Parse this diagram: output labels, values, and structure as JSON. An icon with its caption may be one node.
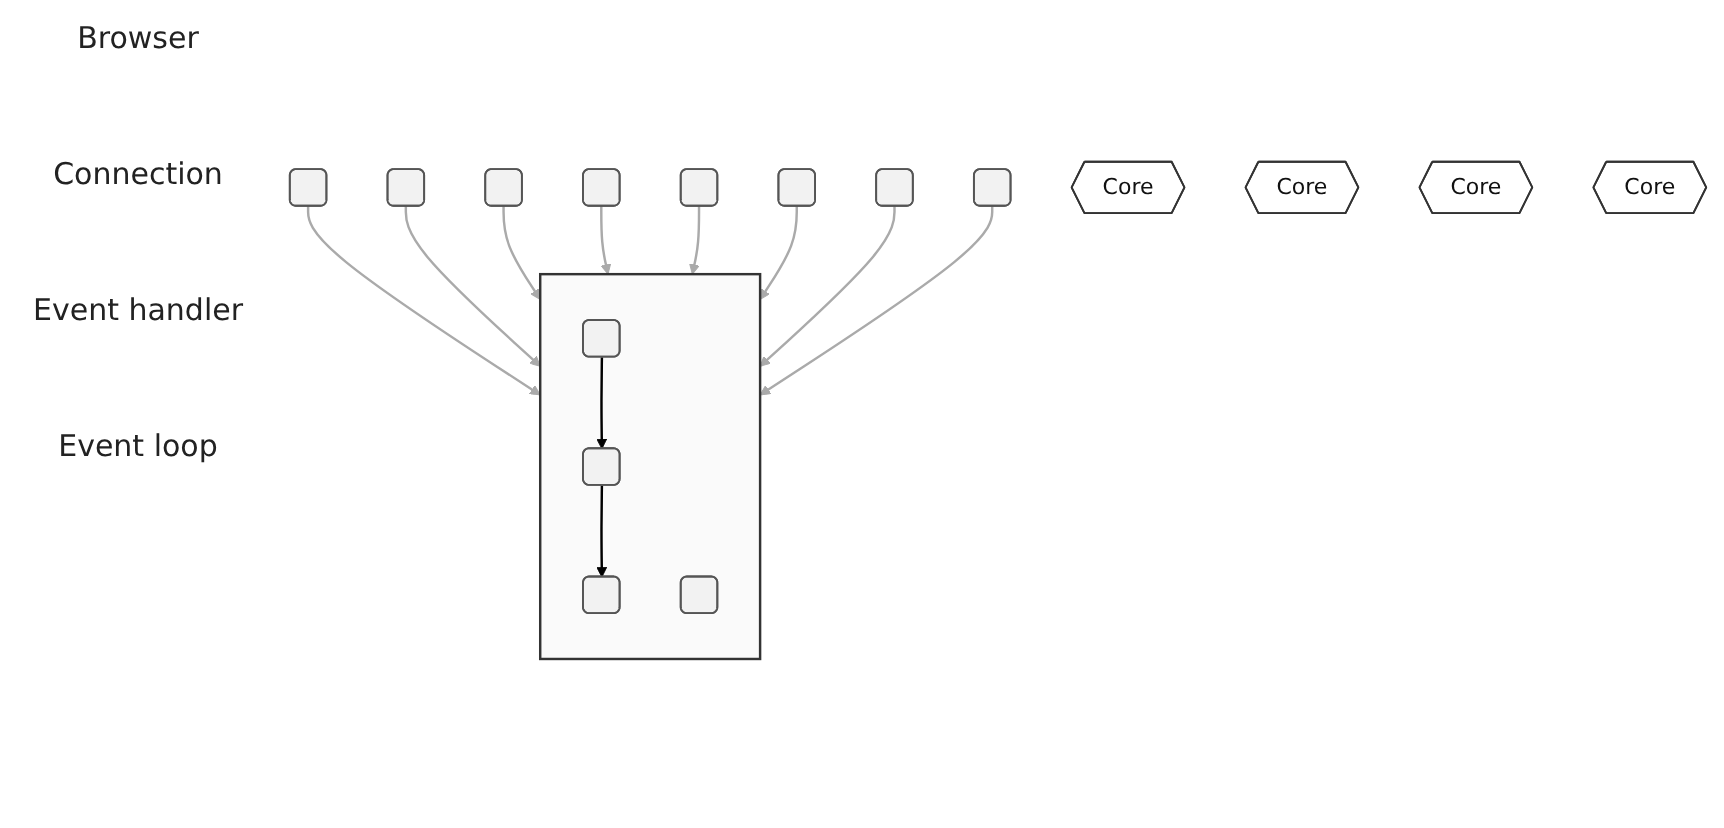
{
  "diagram": {
    "nodes": [
      {
        "text": [],
        "shape": "box"
      },
      {
        "text": [],
        "shape": "box"
      },
      {
        "text": [],
        "shape": "box"
      },
      {
        "text": [],
        "shape": "box"
      },
      {
        "text": [],
        "shape": "box"
      },
      {
        "text": [],
        "shape": "box"
      },
      {
        "text": [],
        "shape": "box"
      },
      {
        "text": [],
        "shape": "box"
      },
      {
        "text": [],
        "shape": "box"
      },
      {
        "text": [],
        "shape": "box",
        "in": 8
      },
      {
        "text": [],
        "shape": "box",
        "in": 8
      },
      {
        "text": [],
        "shape": "box",
        "in": 8
      },
      {
        "text": [],
        "shape": "box",
        "in": 8
      },
      {
        "text": [
          "Core"
        ]
      },
      {
        "text": [
          "Core"
        ]
      },
      {
        "text": [
          "Core"
        ]
      },
      {
        "text": [
          "Core"
        ]
      }
    ],
    "edges": [
      {
        "from": 0,
        "to": 8,
        "arrow": "to"
      },
      {
        "from": 1,
        "to": 8,
        "arrow": "to"
      },
      {
        "from": 2,
        "to": 8,
        "arrow": "to"
      },
      {
        "from": 3,
        "to": 8,
        "arrow": "to"
      },
      {
        "from": 4,
        "to": 8,
        "arrow": "to"
      },
      {
        "from": 5,
        "to": 8,
        "arrow": "to"
      },
      {
        "from": 6,
        "to": 8,
        "arrow": "to"
      },
      {
        "from": 7,
        "to": 8,
        "arrow": "to"
      },
      {
        "from": 9,
        "to": 10,
        "arrow": "to",
        "color": "#000000"
      },
      {
        "from": 10,
        "to": 11,
        "arrow": "to",
        "color": "#000000"
      }
    ],
    "labels": [
      "Browser",
      "Connection",
      "Event handler",
      "Event loop"
    ]
  }
}
